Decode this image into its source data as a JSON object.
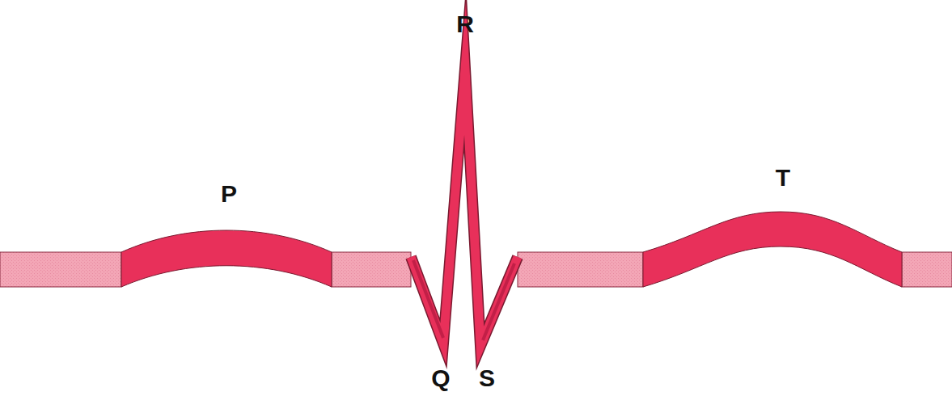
{
  "diagram": {
    "labels": [
      "R",
      "P",
      "T",
      "Q",
      "S"
    ]
  }
}
